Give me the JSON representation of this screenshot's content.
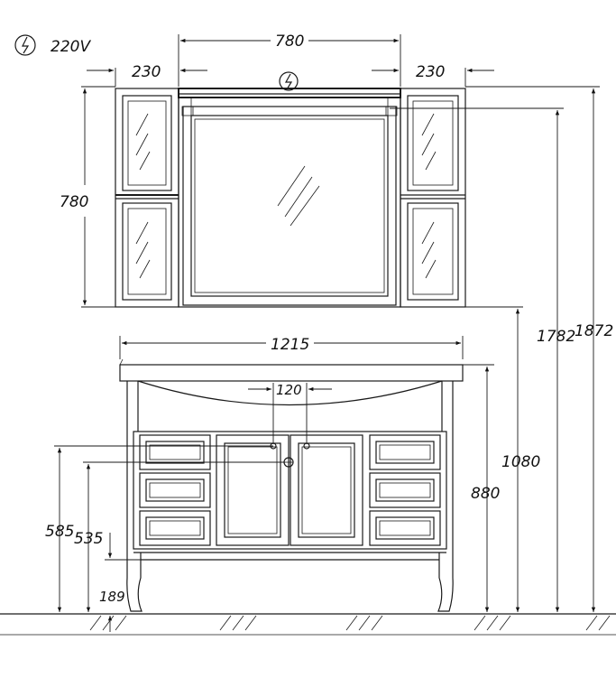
{
  "power": {
    "icon": "power-socket-icon",
    "voltage_label": "220V"
  },
  "dimensions": {
    "mirror_width": "780",
    "cabinet_left_width": "230",
    "cabinet_right_width": "230",
    "mirror_height": "780",
    "sink_width": "1215",
    "faucet_spacing": "120",
    "height_1080": "1080",
    "height_880": "880",
    "height_1782": "1782",
    "height_1872": "1872",
    "height_585": "585",
    "height_535": "535",
    "height_189": "189"
  }
}
